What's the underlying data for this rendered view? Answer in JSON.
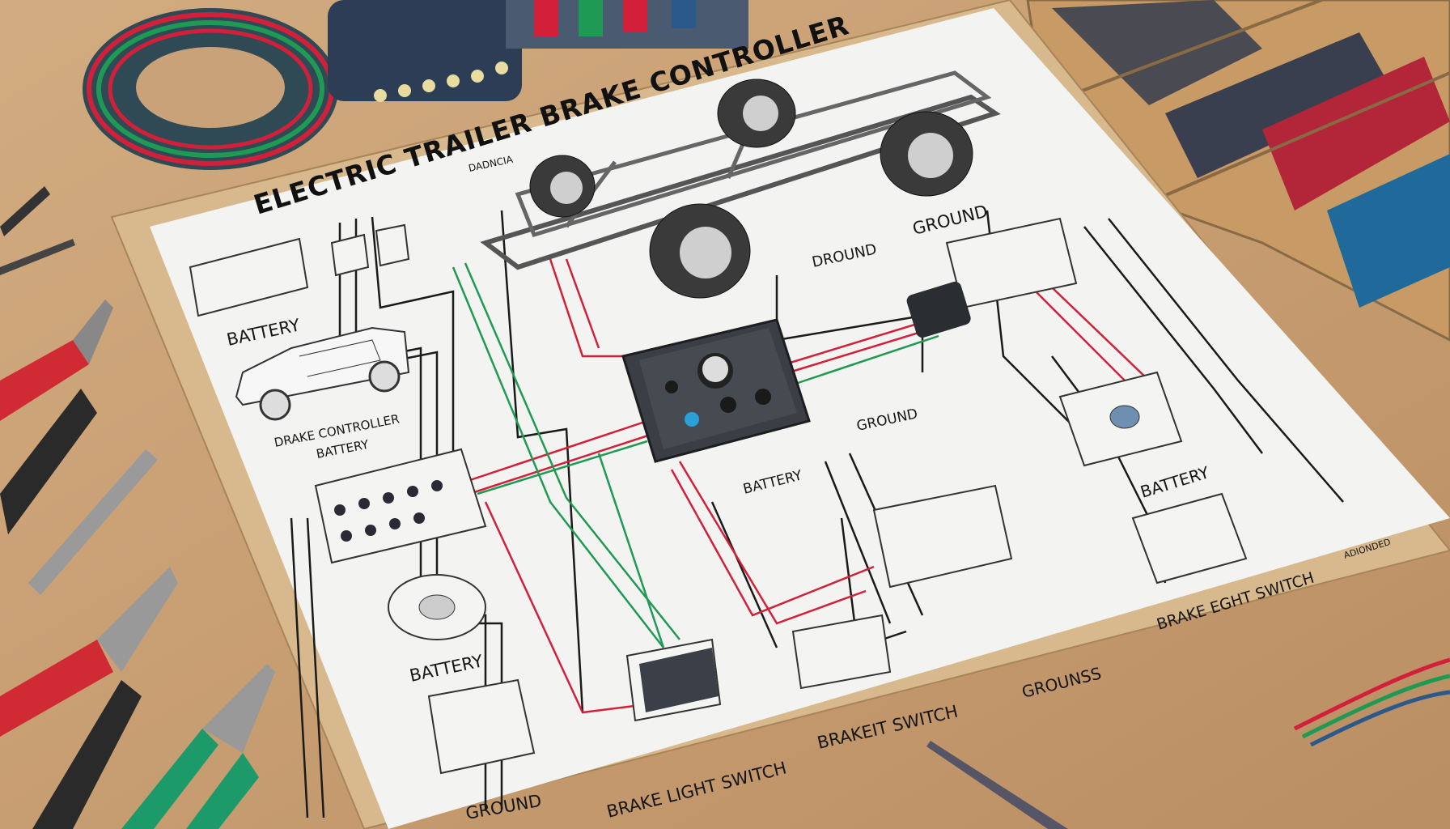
{
  "diagram": {
    "title": "ELECTRIC TRAILER BRAKE CONTROLLER",
    "small_label_top": "DADNCIA",
    "small_label_right": "ADIONDED",
    "labels": {
      "battery_left": "BATTERY",
      "brake_controller_line1": "DRAKE CONTROLLER",
      "brake_controller_line2": "BATTERY",
      "ground_top": "GROUND",
      "ground_mid": "DROUND",
      "ground_center": "GROUND",
      "battery_center": "BATTERY",
      "battery_right": "BATTERY",
      "battery_bottom_left": "BATTERY",
      "ground_bottom": "GROUND",
      "brake_light_switch": "BRAKE LIGHT SWITCH",
      "brakeit_switch": "BRAKEIT SWITCH",
      "grounss": "GROUNSS",
      "brake_eght_switch": "BRAKE EGHT SWITCH"
    }
  },
  "colors": {
    "table": "#c9a27a",
    "board": "#d8b98e",
    "paper": "#f3f3f1",
    "wire_red": "#d2203a",
    "wire_green": "#1f9a55",
    "wire_black": "#1a1a1a",
    "controller": "#3b3f45"
  }
}
